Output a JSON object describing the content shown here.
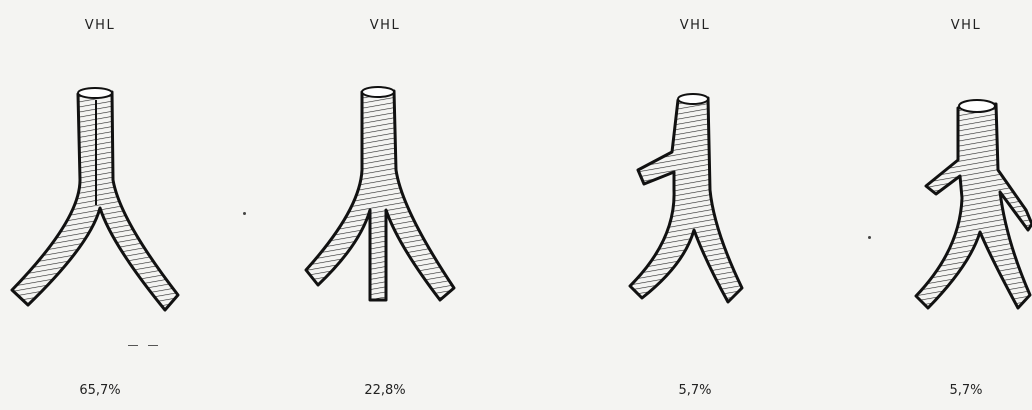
{
  "panels": [
    {
      "top_label": "VHL",
      "percentage": "65,7%"
    },
    {
      "top_label": "VHL",
      "percentage": "22,8%"
    },
    {
      "top_label": "VHL",
      "percentage": "5,7%"
    },
    {
      "top_label": "VHL",
      "percentage": "5,7%"
    }
  ]
}
